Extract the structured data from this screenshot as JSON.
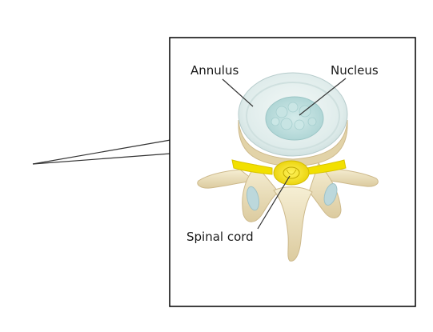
{
  "labels": {
    "annulus": "Annulus",
    "nucleus": "Nucleus",
    "spinal_cord": "Spinal cord"
  },
  "colors": {
    "frame": "#000000",
    "bone": "#efe6c6",
    "bone_shadow": "#d8c79c",
    "disc_annulus": "#e3eeee",
    "disc_nucleus": "#b9dcdc",
    "spinal_cord": "#f2e000",
    "leader_lines": "#333333"
  }
}
